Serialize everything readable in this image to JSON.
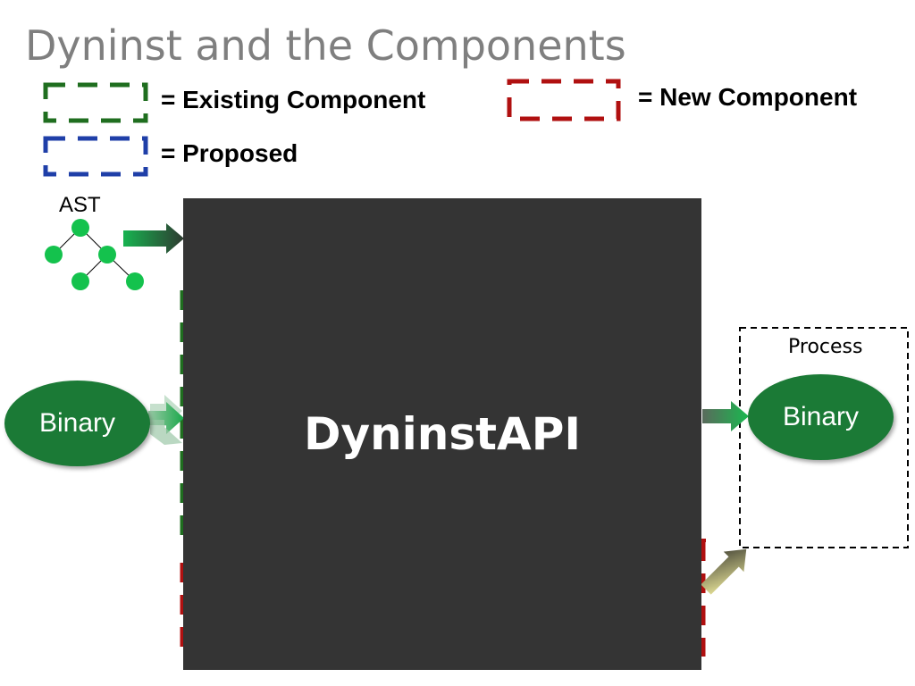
{
  "title": "Dyninst and the Components",
  "legend": {
    "existing": "= Existing Component",
    "proposed": "= Proposed",
    "new": "= New Component"
  },
  "colors": {
    "existing": "#1f6e1f",
    "proposed": "#1f3fa8",
    "new": "#b01010",
    "main_box": "#343434",
    "node": "#14c24d",
    "ellipse": "#1b7a36"
  },
  "ast_label": "AST",
  "main_box_label": "DyninstAPI",
  "binary_left_label": "Binary",
  "binary_right_label": "Binary",
  "process_label": "Process"
}
